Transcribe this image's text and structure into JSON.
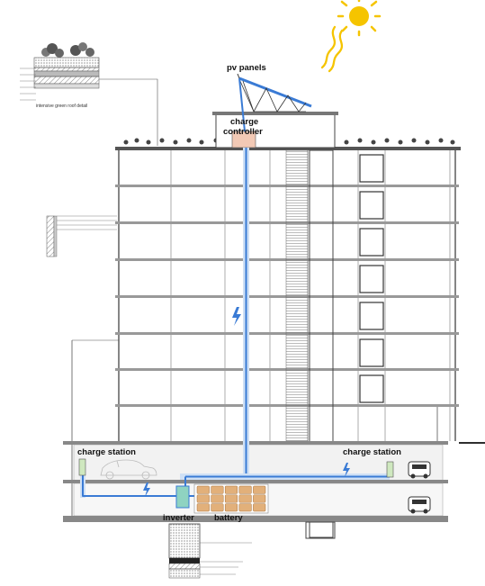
{
  "labels": {
    "pv_panels": "pv panels",
    "charge_controller_line1": "charge",
    "charge_controller_line2": "controller",
    "charge_station_left": "charge station",
    "charge_station_right": "charge station",
    "inverter": "inverter",
    "battery": "battery",
    "green_roof_detail": "intensive green roof detail"
  },
  "colors": {
    "flow": "#3a7bd5",
    "flow_light": "#a9c8ec",
    "battery": "#e2b07a",
    "battery_stroke": "#a8733c",
    "inverter": "#8fd3c1",
    "controller": "#f2c9b5",
    "sun": "#f5c400",
    "structure": "#444444",
    "charger": "#cfe8bf"
  },
  "icons": [
    "sun-icon",
    "lightning-bolt-icon",
    "car-icon",
    "charge-station-icon"
  ]
}
